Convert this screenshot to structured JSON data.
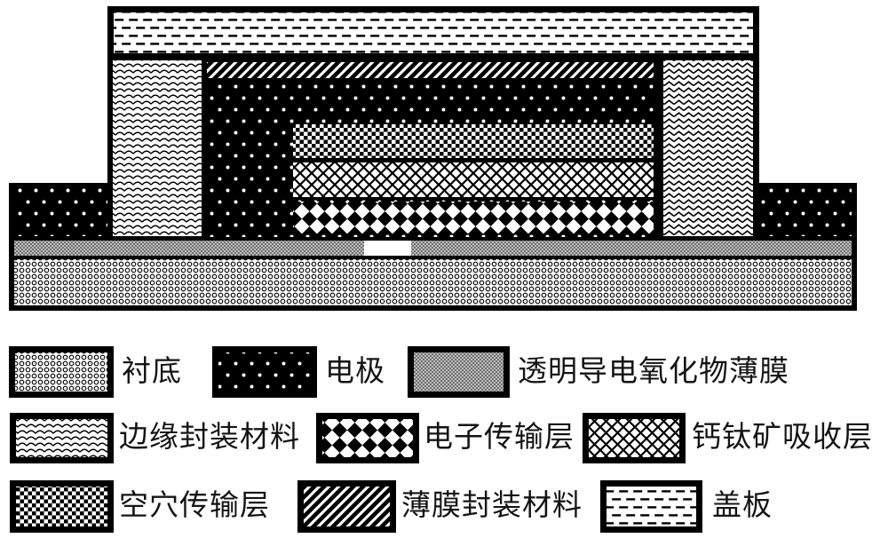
{
  "figure": {
    "kind": "patent-device-cross-section",
    "description": "Layered cross-section of an encapsulated perovskite solar cell with pattern legend"
  },
  "colors": {
    "ink": "#000000",
    "paper": "#ffffff",
    "tco_gray_dark": "#707070",
    "tco_gray_light": "#bdbdbd"
  },
  "legend": {
    "items": [
      {
        "label": "衬底",
        "pattern": "substrate-ring-grid"
      },
      {
        "label": "电极",
        "pattern": "black-sparse-white-dots"
      },
      {
        "label": "透明导电氧化物薄膜",
        "pattern": "gray-halftone-checker"
      },
      {
        "label": "边缘封装材料",
        "pattern": "wavy-scallop-lines"
      },
      {
        "label": "电子传输层",
        "pattern": "black-diamond-lattice"
      },
      {
        "label": "钙钛矿吸收层",
        "pattern": "diagonal-crosshatch"
      },
      {
        "label": "空穴传输层",
        "pattern": "fine-checkerboard"
      },
      {
        "label": "薄膜封装材料",
        "pattern": "diagonal-stripes"
      },
      {
        "label": "盖板",
        "pattern": "horizontal-dashes"
      }
    ]
  },
  "diagram_layers": [
    "cover-plate",
    "thin-film-encapsulation",
    "edge-encapsulation-left",
    "edge-encapsulation-right",
    "top-electrode",
    "hole-transport-layer",
    "perovskite-absorber-layer",
    "electron-transport-layer",
    "tco-film",
    "tco-scribe-gap",
    "substrate",
    "bottom-electrode-left",
    "bottom-electrode-right"
  ]
}
